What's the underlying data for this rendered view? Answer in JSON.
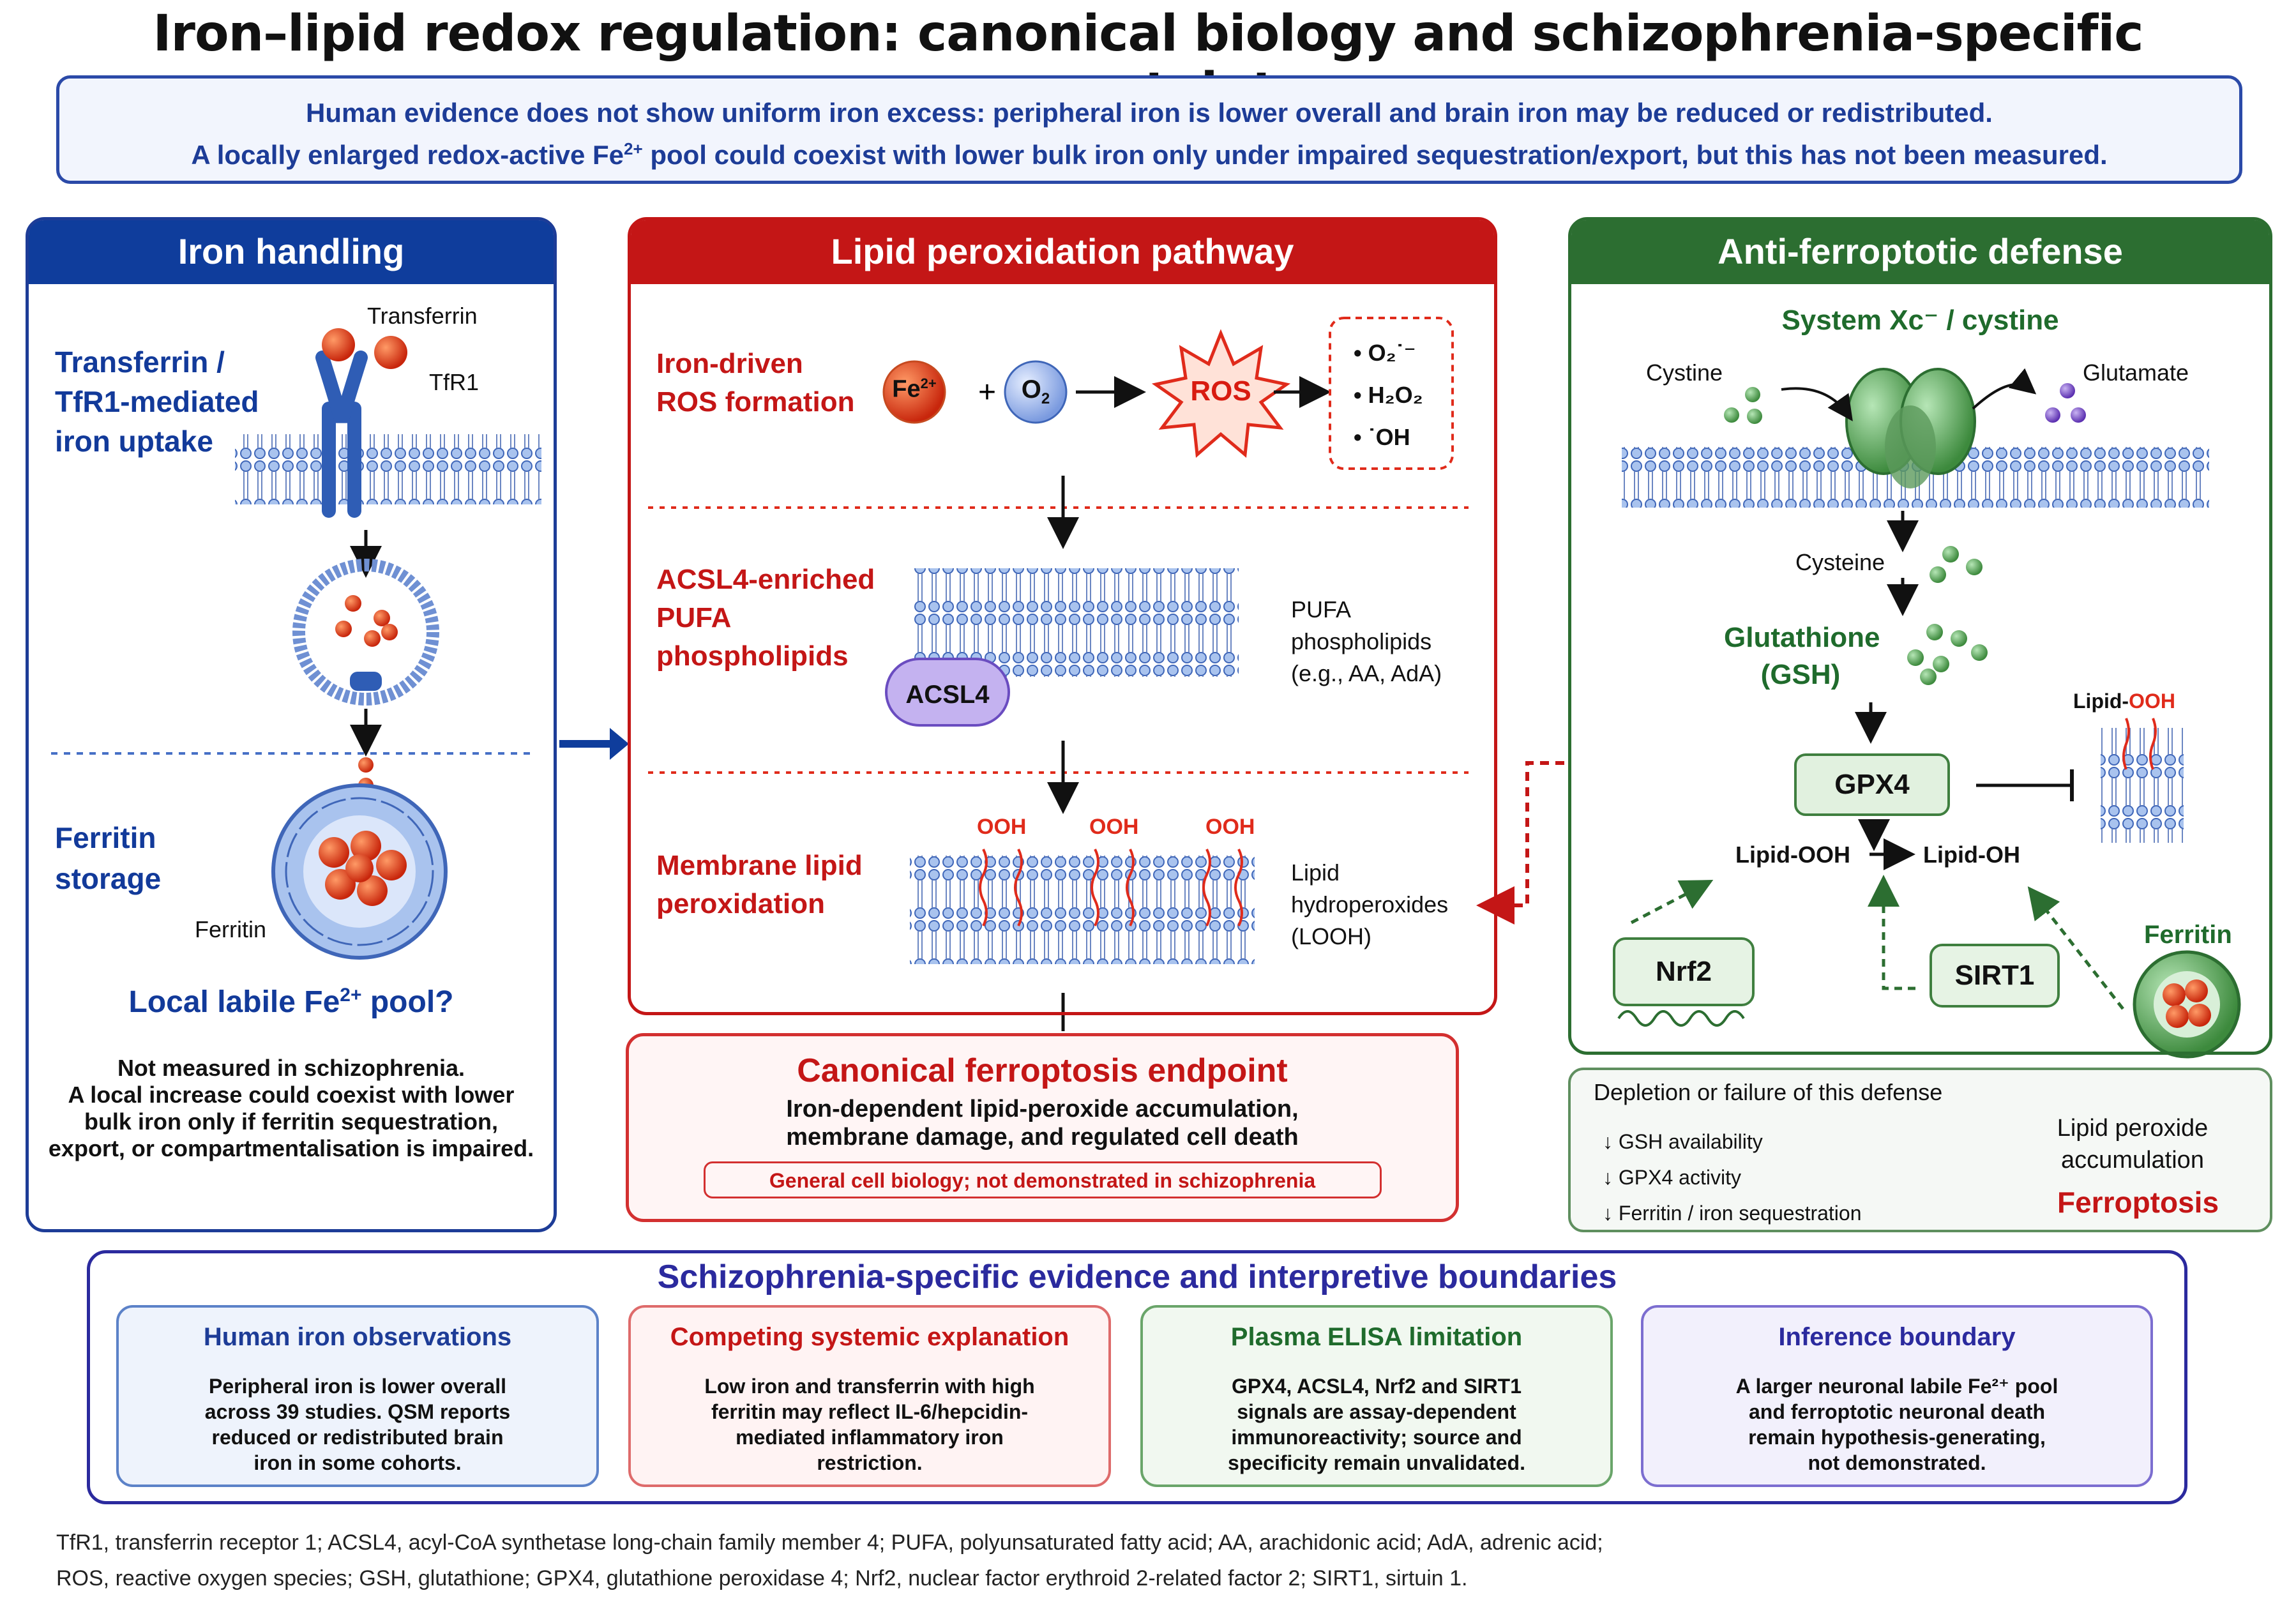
{
  "title": "Iron–lipid redox regulation: canonical biology and schizophrenia-specific uncertainty",
  "banner": {
    "line1": "Human evidence does not show uniform iron excess: peripheral iron is lower overall and brain iron may be reduced or redistributed.",
    "line2_pre": "A locally enlarged redox-active Fe",
    "line2_sup": "2+",
    "line2_post": " pool could coexist with lower bulk iron only under impaired sequestration/export, but this has not been measured."
  },
  "iron_handling": {
    "header": "Iron handling",
    "uptake_label": [
      "Transferrin /",
      "TfR1-mediated",
      "iron uptake"
    ],
    "transferrin": "Transferrin",
    "tfr1": "TfR1",
    "ferritin_label": [
      "Ferritin",
      "storage"
    ],
    "ferritin_small": "Ferritin",
    "pool_pre": "Local labile Fe",
    "pool_sup": "2+",
    "pool_post": " pool?",
    "note": [
      "Not measured in schizophrenia.",
      "A local increase could coexist with lower",
      "bulk iron only if ferritin sequestration,",
      "export, or compartmentalisation is impaired."
    ]
  },
  "lipid": {
    "header": "Lipid peroxidation pathway",
    "ros_label": [
      "Iron-driven",
      "ROS formation"
    ],
    "fe": "Fe",
    "fe_sup": "2+",
    "o2": "O",
    "o2_sub": "2",
    "ros": "ROS",
    "species": [
      "• O₂˙⁻",
      "• H₂O₂",
      "• ˙OH"
    ],
    "pufa_label": [
      "ACSL4-enriched",
      "PUFA",
      "phospholipids"
    ],
    "acsl4": "ACSL4",
    "pufa_side": [
      "PUFA",
      "phospholipids",
      "(e.g., AA, AdA)"
    ],
    "perox_label": [
      "Membrane lipid",
      "peroxidation"
    ],
    "ooh": "OOH",
    "looh": [
      "Lipid",
      "hydroperoxides",
      "(LOOH)"
    ]
  },
  "endpoint": {
    "title": "Canonical ferroptosis endpoint",
    "text": [
      "Iron-dependent lipid-peroxide accumulation,",
      "membrane damage, and regulated cell death"
    ],
    "note": "General cell biology; not demonstrated in schizophrenia"
  },
  "defense": {
    "header": "Anti-ferroptotic defense",
    "system": "System Xc⁻ / cystine",
    "cystine": "Cystine",
    "glutamate": "Glutamate",
    "cysteine": "Cysteine",
    "gsh": [
      "Glutathione",
      "(GSH)"
    ],
    "gpx4": "GPX4",
    "lipid_ooh_pre": "Lipid-",
    "lipid_ooh_red": "OOH",
    "reaction_left": "Lipid-OOH",
    "reaction_right": "Lipid-OH",
    "nrf2": "Nrf2",
    "sirt1": "SIRT1",
    "ferritin": "Ferritin"
  },
  "depletion": {
    "title": "Depletion or failure of this defense",
    "items": [
      "↓ GSH availability",
      "↓ GPX4 activity",
      "↓ Ferritin / iron sequestration"
    ],
    "result1": [
      "Lipid peroxide",
      "accumulation"
    ],
    "result2": "Ferroptosis"
  },
  "evidence": {
    "title": "Schizophrenia-specific evidence and interpretive boundaries",
    "boxes": [
      {
        "head": "Human iron observations",
        "body": [
          "Peripheral iron is lower overall",
          "across 39 studies. QSM reports",
          "reduced or redistributed brain",
          "iron in some cohorts."
        ]
      },
      {
        "head": "Competing systemic explanation",
        "body": [
          "Low iron and transferrin with high",
          "ferritin may reflect IL-6/hepcidin-",
          "mediated inflammatory iron",
          "restriction."
        ]
      },
      {
        "head": "Plasma ELISA limitation",
        "body": [
          "GPX4, ACSL4, Nrf2 and SIRT1",
          "signals are assay-dependent",
          "immunoreactivity; source and",
          "specificity remain unvalidated."
        ]
      },
      {
        "head": "Inference boundary",
        "body": [
          "A larger neuronal labile Fe²⁺ pool",
          "and ferroptotic neuronal death",
          "remain hypothesis-generating,",
          "not demonstrated."
        ]
      }
    ]
  },
  "footnote": [
    "TfR1, transferrin receptor 1; ACSL4, acyl-CoA synthetase long-chain family member 4; PUFA, polyunsaturated fatty acid; AA, arachidonic acid; AdA, adrenic acid;",
    "ROS, reactive oxygen species; GSH, glutathione; GPX4, glutathione peroxidase 4; Nrf2, nuclear factor erythroid 2-related factor 2; SIRT1, sirtuin 1."
  ],
  "colors": {
    "blue": "#0f3d9c",
    "red": "#c41616",
    "green": "#2c6e31",
    "purple": "#4b2f9e"
  }
}
